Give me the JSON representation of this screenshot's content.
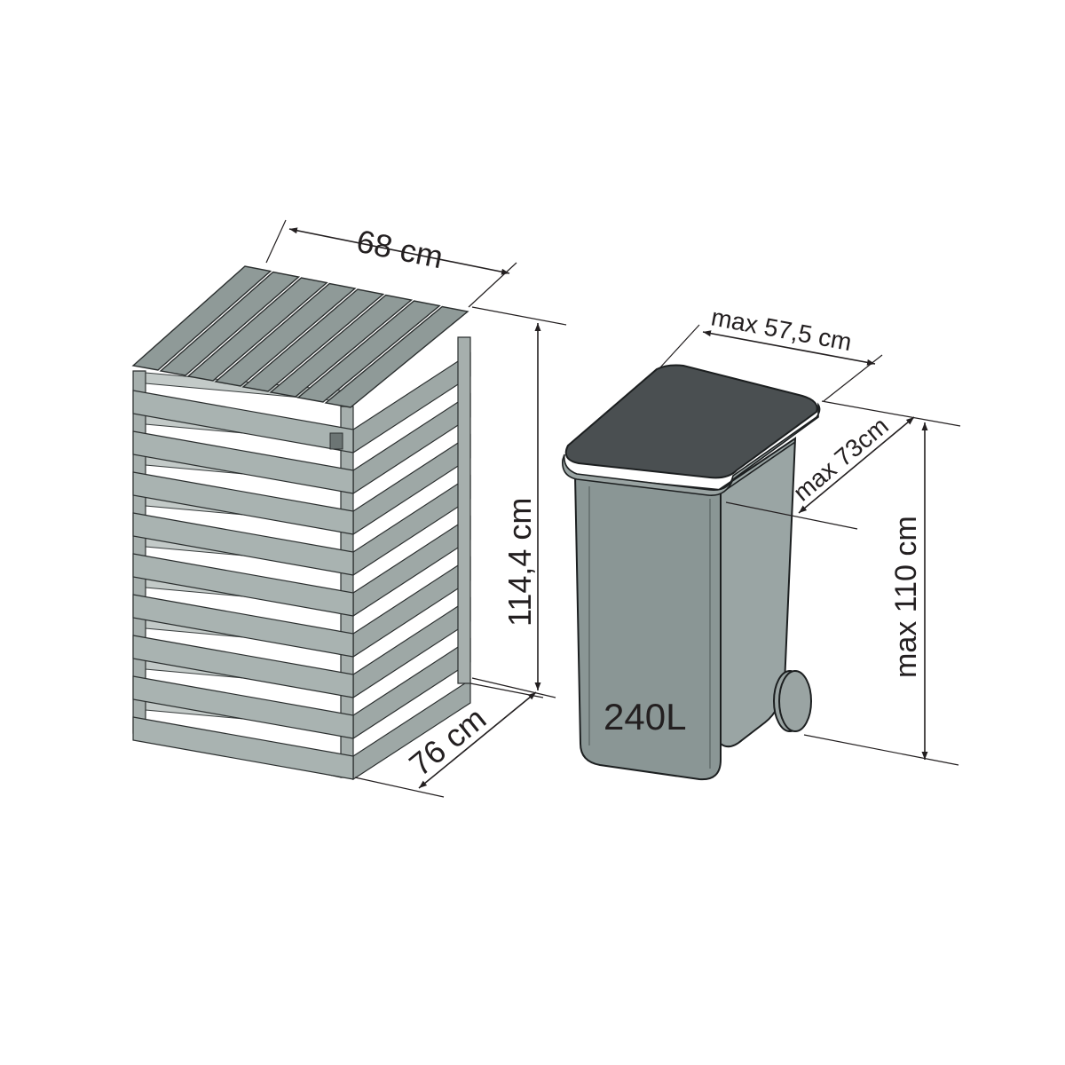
{
  "diagram": {
    "enclosure": {
      "width_label": "68 cm",
      "height_label": "114,4 cm",
      "depth_label": "76 cm",
      "color": "#a9b3b1"
    },
    "bin": {
      "capacity_label": "240L",
      "width_label": "max 57,5 cm",
      "depth_label": "max 73cm",
      "height_label": "max 110 cm",
      "lid_color": "#4a4f51",
      "body_color": "#8a9695"
    }
  }
}
